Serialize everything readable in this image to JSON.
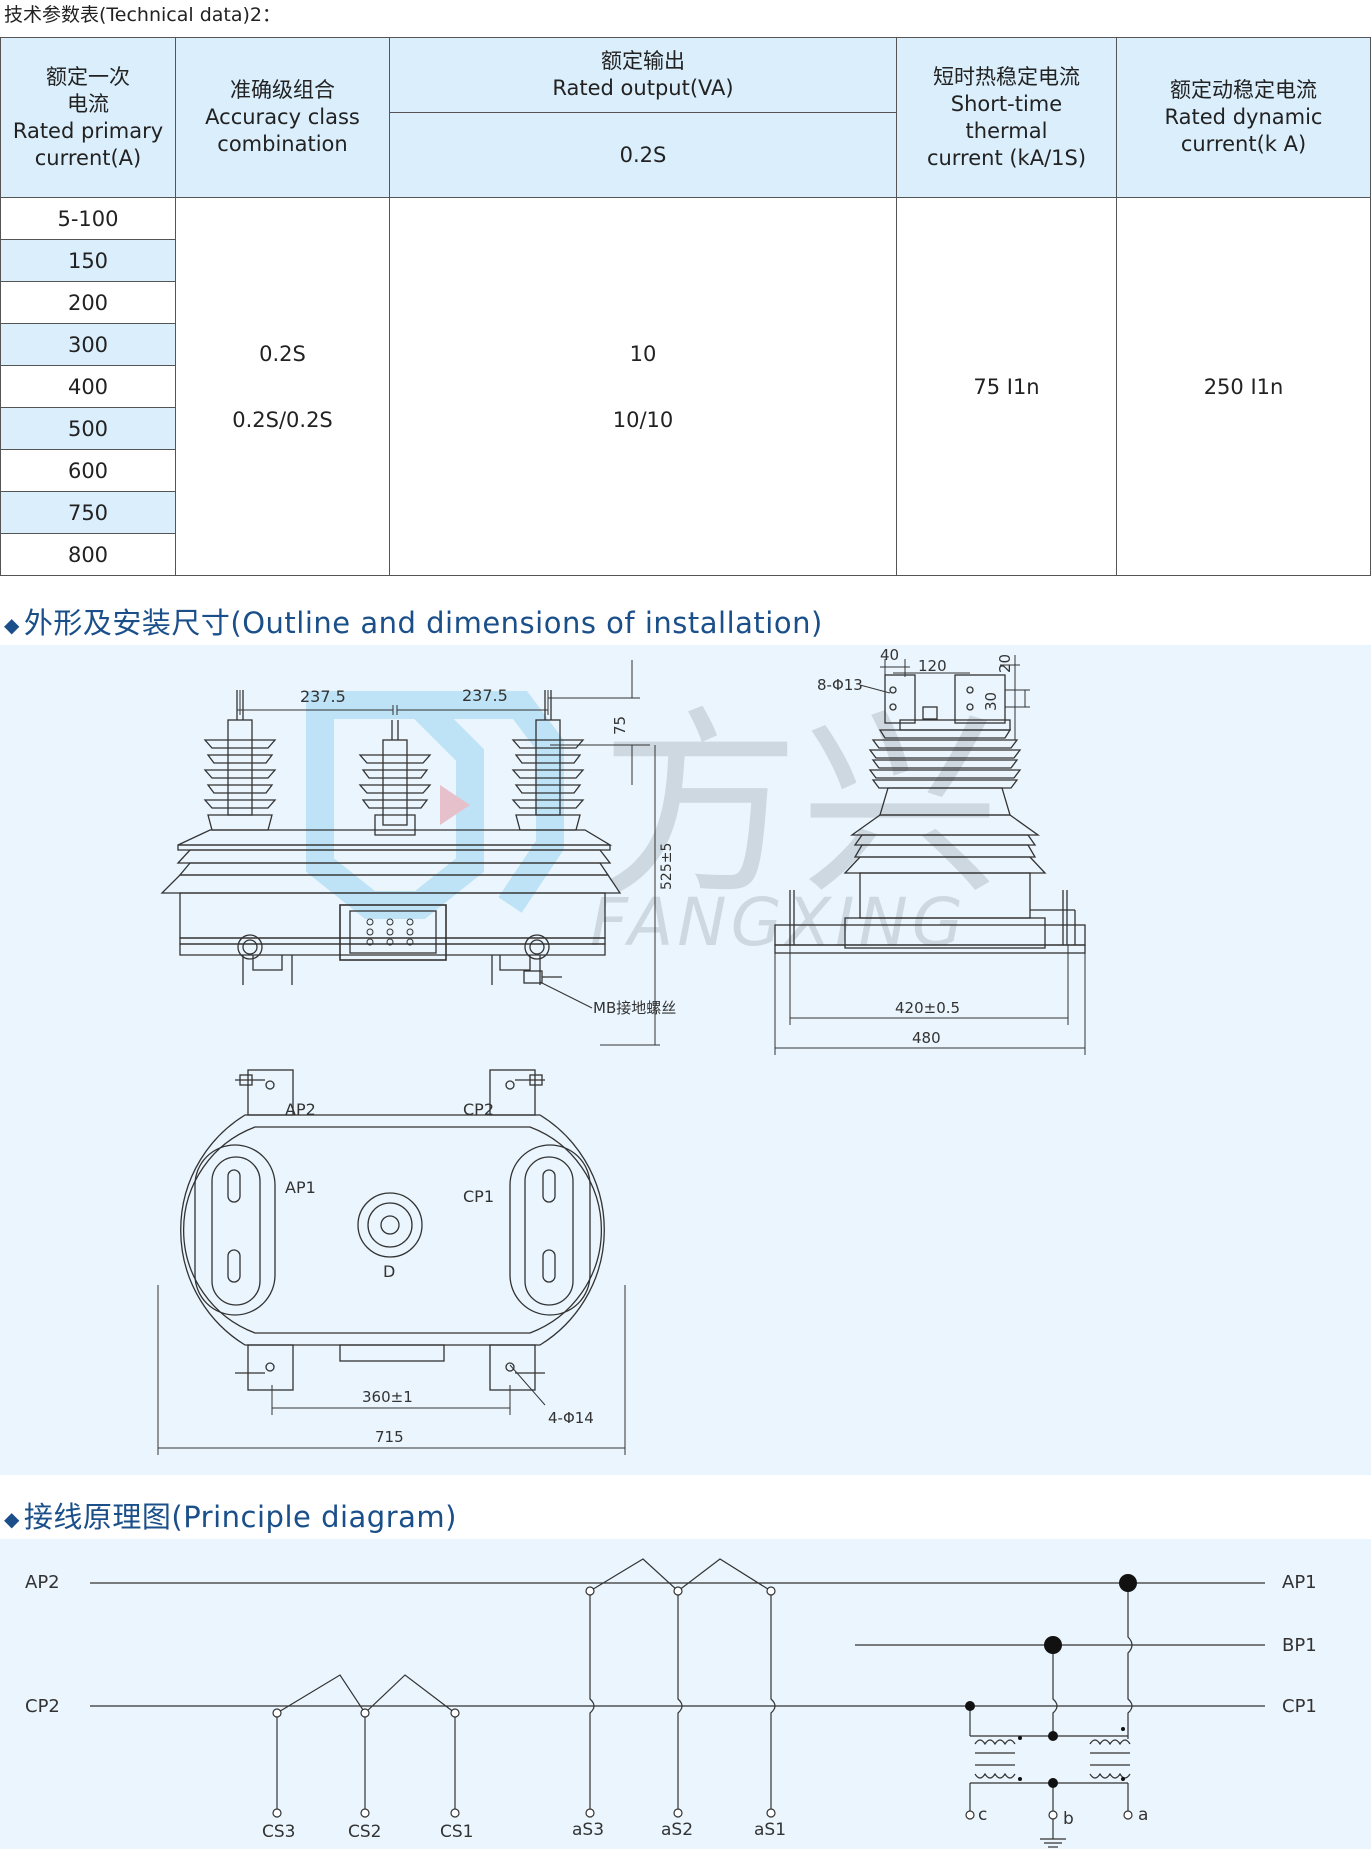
{
  "caption": "技术参数表(Technical data)2：",
  "table": {
    "headers": {
      "rated_primary_current": [
        "额定一次",
        "电流",
        "Rated primary",
        "current(A)"
      ],
      "accuracy_class": [
        "准确级组合",
        "Accuracy class",
        "combination"
      ],
      "rated_output": [
        "额定输出",
        "Rated output(VA)"
      ],
      "rated_output_sub": "0.2S",
      "short_time_thermal": [
        "短时热稳定电流",
        "Short-time",
        "thermal",
        "current (kA/1S)"
      ],
      "rated_dynamic": [
        "额定动稳定电流",
        "Rated dynamic",
        "current(k A)"
      ]
    },
    "currents": [
      "5-100",
      "150",
      "200",
      "300",
      "400",
      "500",
      "600",
      "750",
      "800"
    ],
    "accuracy_values": [
      "0.2S",
      "0.2S/0.2S"
    ],
    "output_values": [
      "10",
      "10/10"
    ],
    "thermal_value": "75 I1n",
    "dynamic_value": "250 I1n"
  },
  "section_outline": {
    "title": "外形及安装尺寸(Outline and dimensions of installation)",
    "watermark_text": "FANGXING",
    "watermark_logo": "方兴",
    "front_view": {
      "dim_spacing_1": "237.5",
      "dim_spacing_2": "237.5",
      "dim_top": "75",
      "dim_height": "525±5",
      "ground_label": "MB接地螺丝"
    },
    "side_view": {
      "dim_40": "40",
      "dim_120": "120",
      "dim_20": "20",
      "dim_30": "30",
      "holes": "8-Φ13",
      "dim_420": "420±0.5",
      "dim_480": "480"
    },
    "top_view": {
      "ap2": "AP2",
      "ap1": "AP1",
      "cp2": "CP2",
      "cp1": "CP1",
      "d": "D",
      "dim_360": "360±1",
      "dim_715": "715",
      "holes": "4-Φ14"
    }
  },
  "section_principle": {
    "title": "接线原理图(Principle diagram)",
    "left_labels": [
      "AP2",
      "CP2"
    ],
    "right_labels": [
      "AP1",
      "BP1",
      "CP1"
    ],
    "bottom_labels_c": [
      "CS3",
      "CS2",
      "CS1"
    ],
    "bottom_labels_a": [
      "aS3",
      "aS2",
      "aS1"
    ],
    "terminal_labels": [
      "c",
      "b",
      "a"
    ]
  },
  "colors": {
    "header_bg": "#dbeefc",
    "panel_bg": "#eaf5fd",
    "title_blue": "#1a4f8a"
  }
}
